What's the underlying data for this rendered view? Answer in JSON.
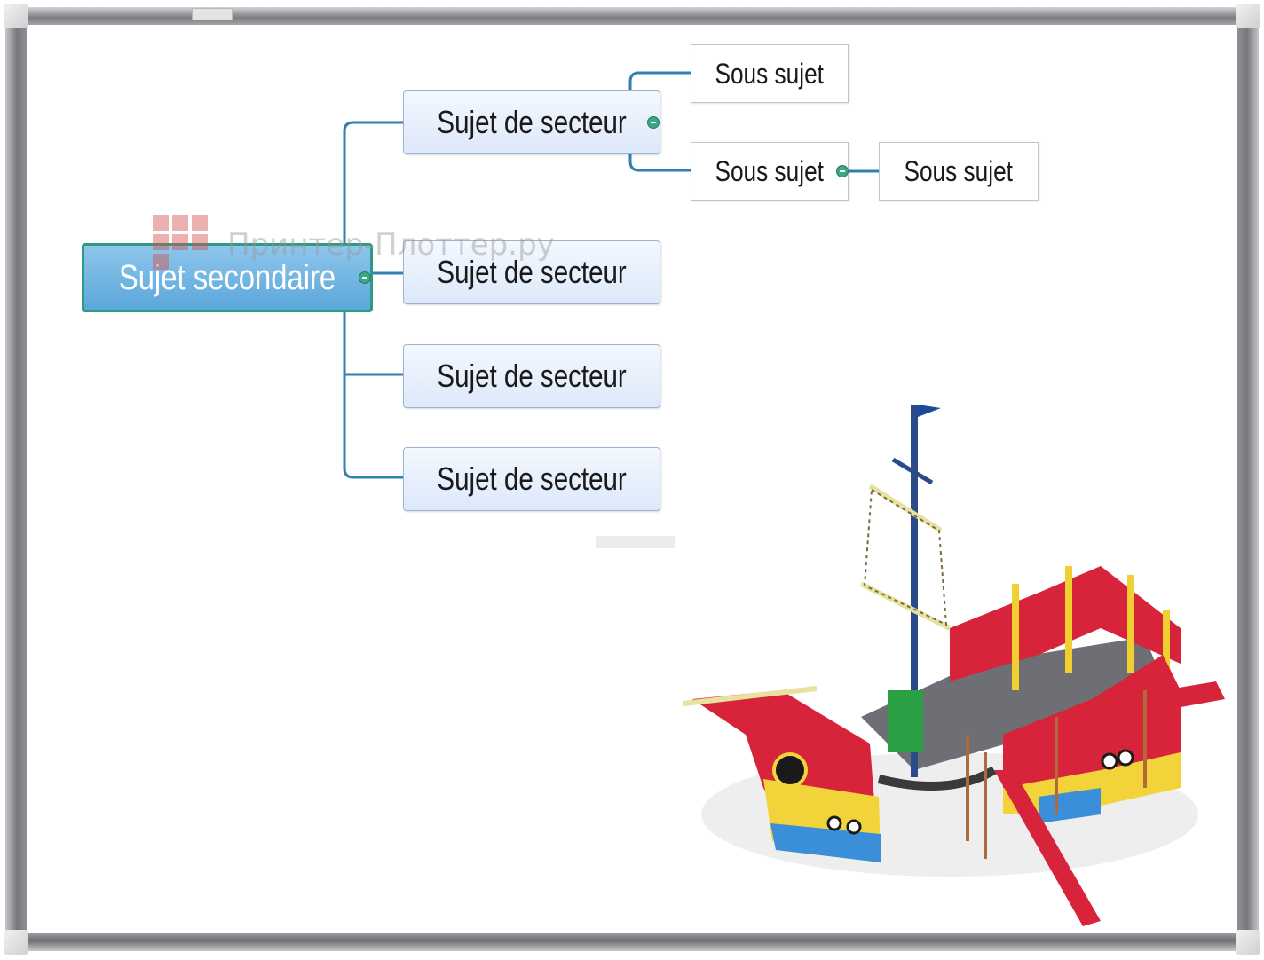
{
  "mindmap": {
    "central": "Sujet secondaire",
    "branches": [
      "Sujet de secteur",
      "Sujet de secteur",
      "Sujet de secteur",
      "Sujet de secteur"
    ],
    "subtopics": [
      "Sous sujet",
      "Sous sujet",
      "Sous sujet"
    ]
  },
  "watermark": {
    "text": "Принтер-Плоттер.ру"
  },
  "colors": {
    "line": "#2f7fb0",
    "central_fill": "#6fb4e2",
    "central_border": "#2f9a82",
    "branch_fill": "#e4edfb"
  }
}
